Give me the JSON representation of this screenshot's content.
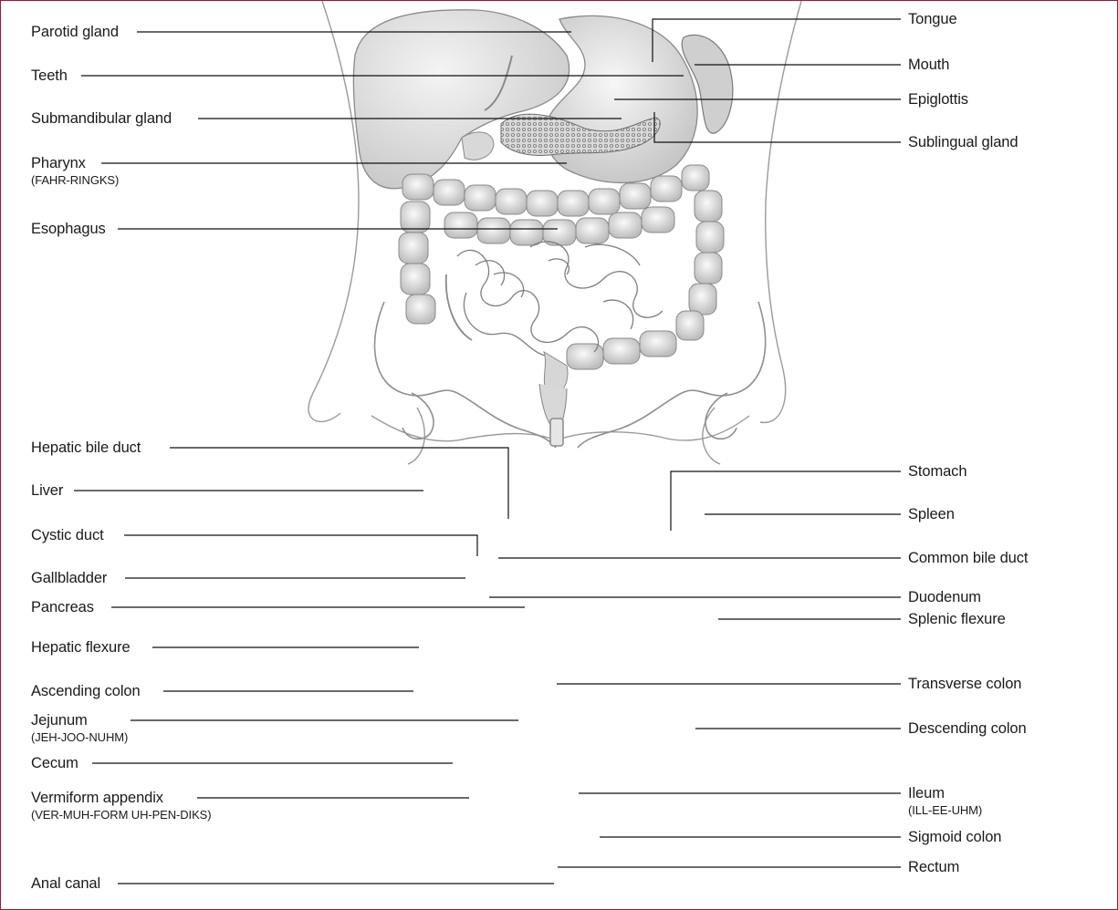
{
  "labels_left": [
    {
      "key": "parotid",
      "text": "Parotid gland"
    },
    {
      "key": "teeth",
      "text": "Teeth"
    },
    {
      "key": "submandibular",
      "text": "Submandibular gland"
    },
    {
      "key": "pharynx",
      "text": "Pharynx",
      "pron": "(FAHR-RINGKS)"
    },
    {
      "key": "esophagus",
      "text": "Esophagus"
    },
    {
      "key": "hepatic_bile_duct",
      "text": "Hepatic bile duct"
    },
    {
      "key": "liver",
      "text": "Liver"
    },
    {
      "key": "cystic_duct",
      "text": "Cystic duct"
    },
    {
      "key": "gallbladder",
      "text": "Gallbladder"
    },
    {
      "key": "pancreas",
      "text": "Pancreas"
    },
    {
      "key": "hepatic_flexure",
      "text": "Hepatic flexure"
    },
    {
      "key": "ascending_colon",
      "text": "Ascending colon"
    },
    {
      "key": "jejunum",
      "text": "Jejunum",
      "pron": "(JEH-JOO-NUHM)"
    },
    {
      "key": "cecum",
      "text": "Cecum"
    },
    {
      "key": "appendix",
      "text": "Vermiform appendix",
      "pron": "(VER-MUH-FORM UH-PEN-DIKS)"
    },
    {
      "key": "anal_canal",
      "text": "Anal canal"
    }
  ],
  "labels_right": [
    {
      "key": "tongue",
      "text": "Tongue"
    },
    {
      "key": "mouth",
      "text": "Mouth"
    },
    {
      "key": "epiglottis",
      "text": "Epiglottis"
    },
    {
      "key": "sublingual",
      "text": "Sublingual gland"
    },
    {
      "key": "stomach",
      "text": "Stomach"
    },
    {
      "key": "spleen",
      "text": "Spleen"
    },
    {
      "key": "common_bile_duct",
      "text": "Common bile duct"
    },
    {
      "key": "duodenum",
      "text": "Duodenum"
    },
    {
      "key": "splenic_flexure",
      "text": "Splenic flexure"
    },
    {
      "key": "transverse_colon",
      "text": "Transverse colon"
    },
    {
      "key": "descending_colon",
      "text": "Descending colon"
    },
    {
      "key": "ileum",
      "text": "Ileum",
      "pron": "(ILL-EE-UHM)"
    },
    {
      "key": "sigmoid_colon",
      "text": "Sigmoid colon"
    },
    {
      "key": "rectum",
      "text": "Rectum"
    }
  ],
  "colors": {
    "frame": "#8a1f3c",
    "line": "#111111",
    "illustration": "#8c8c8c"
  }
}
